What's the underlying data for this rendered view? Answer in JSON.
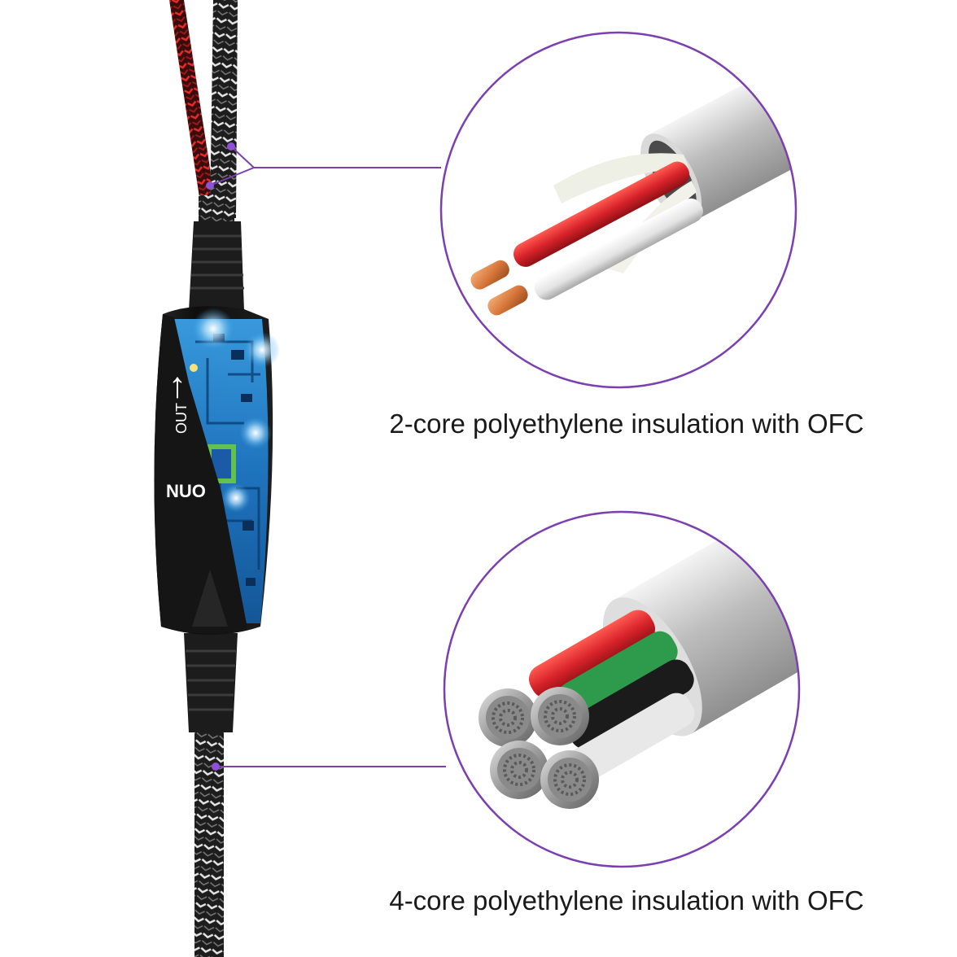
{
  "product": {
    "brand_text": "NUO",
    "direction_label": "OUT",
    "arrow_glyph": "↑"
  },
  "callouts": [
    {
      "caption": "2-core polyethylene insulation with OFC"
    },
    {
      "caption": "4-core polyethylene insulation with OFC"
    }
  ],
  "colors": {
    "callout_purple": "#7b3fb0",
    "wire_red": "#d8232a",
    "wire_green": "#2e9a4c",
    "copper": "#d9793d",
    "sheath_silver": "#c9c9c9"
  }
}
